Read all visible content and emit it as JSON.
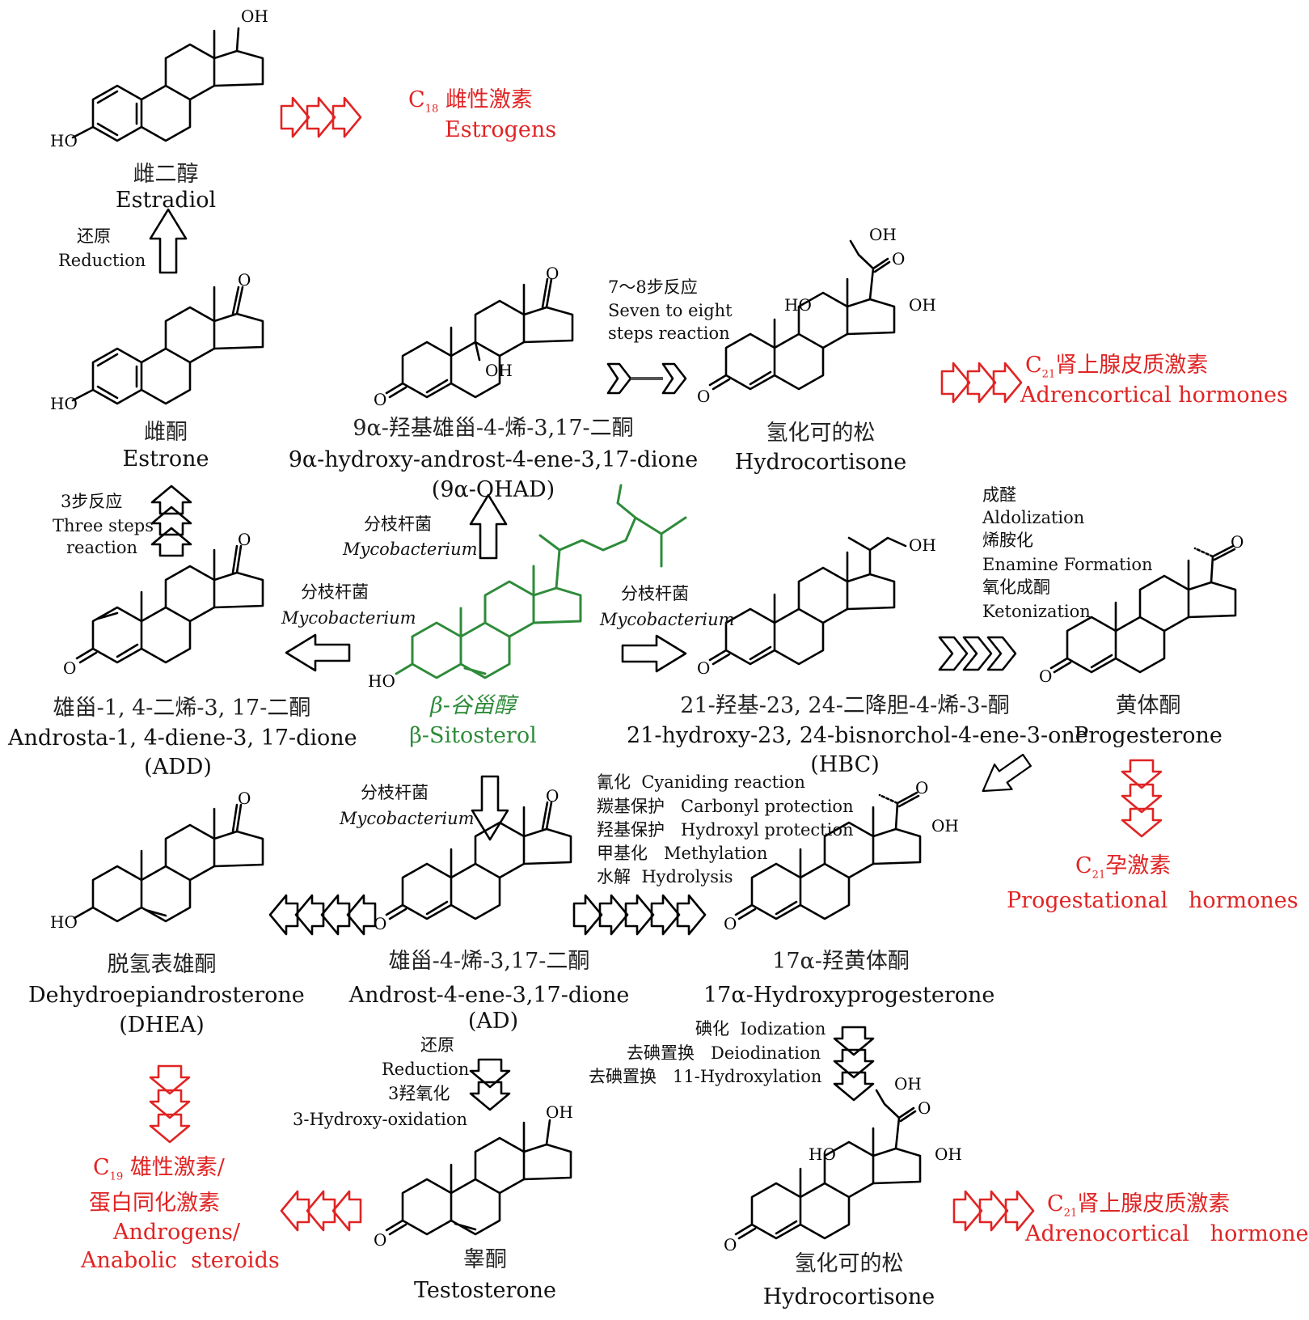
{
  "compounds": {
    "estradiol": {
      "cn": "雌二醇",
      "en": "Estradiol"
    },
    "estrone": {
      "cn": "雌酮",
      "en": "Estrone"
    },
    "ohad": {
      "cn": "9α-羟基雄甾-4-烯-3,17-二酮",
      "en": "9α-hydroxy-androst-4-ene-3,17-dione",
      "abbr": "(9α-OHAD)"
    },
    "hydrocortisone_top": {
      "cn": "氢化可的松",
      "en": "Hydrocortisone"
    },
    "add": {
      "cn": "雄甾-1, 4-二烯-3, 17-二酮",
      "en": "Androsta-1, 4-diene-3, 17-dione",
      "abbr": "(ADD)"
    },
    "sitosterol": {
      "cn": "β-谷甾醇",
      "en": "β-Sitosterol"
    },
    "hbc": {
      "cn": "21-羟基-23, 24-二降胆-4-烯-3-酮",
      "en": "21-hydroxy-23, 24-bisnorchol-4-ene-3-one",
      "abbr": "(HBC)"
    },
    "progesterone": {
      "cn": "黄体酮",
      "en": "Progesterone"
    },
    "dhea": {
      "cn": "脱氢表雄酮",
      "en": "Dehydroepiandrosterone",
      "abbr": "(DHEA)"
    },
    "ad": {
      "cn": "雄甾-4-烯-3,17-二酮",
      "en": "Androst-4-ene-3,17-dione",
      "abbr": "(AD)"
    },
    "ohp": {
      "cn": "17α-羟黄体酮",
      "en": "17α-Hydroxyprogesterone"
    },
    "testosterone": {
      "cn": "睾酮",
      "en": "Testosterone"
    },
    "hydrocortisone_bottom": {
      "cn": "氢化可的松",
      "en": "Hydrocortisone"
    }
  },
  "classes": {
    "estrogens": {
      "prefix": "C",
      "sub": "18",
      "cn": "雌性激素",
      "en": "Estrogens"
    },
    "adrenal_top": {
      "prefix": "C",
      "sub": "21",
      "cn": "肾上腺皮质激素",
      "en": "Adrencortical hormones"
    },
    "progestational": {
      "prefix": "C",
      "sub": "21",
      "cn": "孕激素",
      "en": "Progestational   hormones"
    },
    "androgens": {
      "prefix": "C",
      "sub": "19",
      "cn1": "雄性激素/",
      "cn2": "蛋白同化激素",
      "en1": "Androgens/",
      "en2": "Anabolic  steroids"
    },
    "adrenal_bottom": {
      "prefix": "C",
      "sub": "21",
      "cn": "肾上腺皮质激素",
      "en": "Adrenocortical   hormones"
    }
  },
  "steps": {
    "reduction": {
      "cn": "还原",
      "en": "Reduction"
    },
    "three_steps": {
      "cn": "3步反应",
      "en1": "Three steps",
      "en2": "reaction"
    },
    "seven_eight": {
      "cn": "7～8步反应",
      "en1": "Seven to eight",
      "en2": "steps reaction"
    },
    "myco_up": {
      "cn": "分枝杆菌",
      "en": "Mycobacterium"
    },
    "myco_left": {
      "cn": "分枝杆菌",
      "en": "Mycobacterium"
    },
    "myco_right": {
      "cn": "分枝杆菌",
      "en": "Mycobacterium"
    },
    "myco_down": {
      "cn": "分枝杆菌",
      "en": "Mycobacterium"
    },
    "hbc_to_prog": {
      "l1": "成醛",
      "l2": "Aldolization",
      "l3": "烯胺化",
      "l4": "Enamine Formation",
      "l5": "氧化成酮",
      "l6": "Ketonization"
    },
    "ad_to_ohp": {
      "l1": "氰化  Cyaniding reaction",
      "l2": "羰基保护   Carbonyl protection",
      "l3": "羟基保护   Hydroxyl protection",
      "l4": "甲基化   Methylation",
      "l5": "水解  Hydrolysis"
    },
    "ad_to_testo": {
      "l1": "还原",
      "l2": "Reduction",
      "l3": "3羟氧化",
      "l4": "3-Hydroxy-oxidation"
    },
    "ohp_to_hc": {
      "l1": "碘化  Iodization",
      "l2": "去碘置换   Deiodination",
      "l3": "去碘置换   11-Hydroxylation"
    }
  },
  "atoms": {
    "OH": "OH",
    "HO": "HO",
    "O": "O"
  },
  "colors": {
    "red": "#e02424",
    "green": "#2e8b3a",
    "black": "#000000"
  }
}
